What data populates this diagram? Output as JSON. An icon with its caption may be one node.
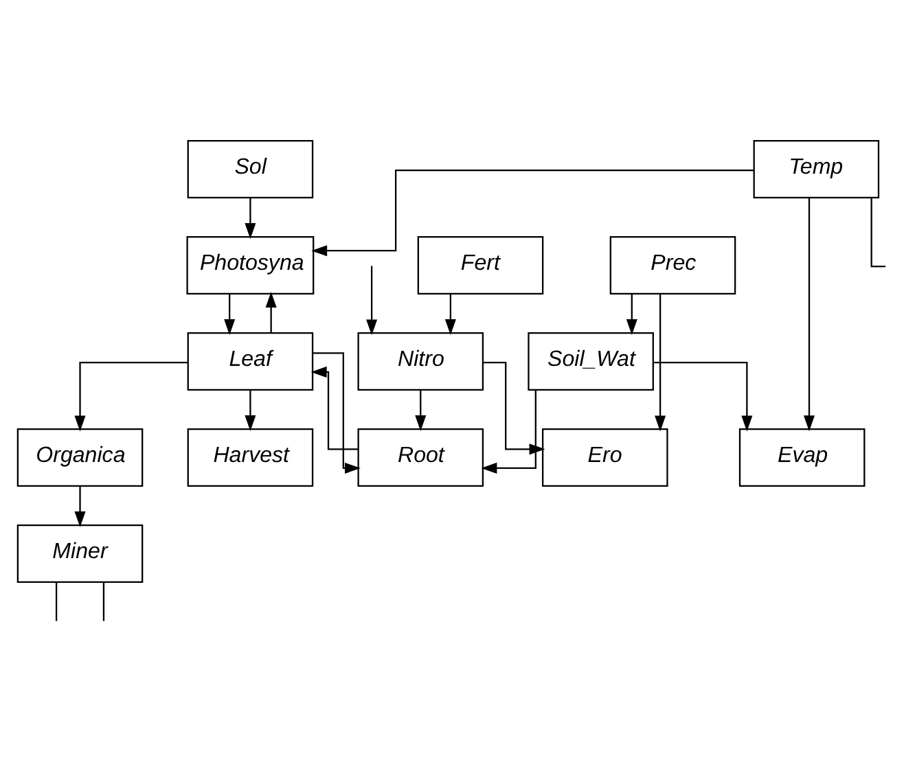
{
  "diagram": {
    "nodes": [
      {
        "text": [
          "Sol"
        ]
      },
      {
        "text": [
          "Temp"
        ]
      },
      {
        "text": [
          "Prec"
        ]
      },
      {
        "text": [
          "Evap"
        ]
      },
      {
        "text": [
          "Photosyna"
        ]
      },
      {
        "text": [
          "Soil_Wat"
        ]
      },
      {
        "text": [
          "Leaf"
        ]
      },
      {
        "text": [
          "Harvest"
        ]
      },
      {
        "text": [
          "Fert"
        ]
      },
      {
        "text": [
          "Root"
        ]
      },
      {
        "text": [
          "Organica"
        ]
      },
      {
        "text": [
          "Nitro"
        ]
      },
      {
        "text": [
          "Ero"
        ]
      },
      {
        "text": [
          "Miner"
        ]
      }
    ],
    "edges": [
      {
        "from": 0,
        "to": 4,
        "arrow": "to"
      },
      {
        "from": 1,
        "to": 4,
        "arrow": "to"
      },
      {
        "from": 1,
        "to": 3,
        "arrow": "to"
      },
      {
        "from": 1,
        "to": null,
        "arrow": "none"
      },
      {
        "from": 2,
        "to": 5,
        "arrow": "to"
      },
      {
        "from": 2,
        "to": 12,
        "arrow": "to"
      },
      {
        "from": 5,
        "to": 3,
        "arrow": "to"
      },
      {
        "from": 5,
        "to": 9,
        "arrow": "to"
      },
      {
        "from": 6,
        "to": 4,
        "arrow": "to"
      },
      {
        "from": 4,
        "to": 6,
        "arrow": "to"
      },
      {
        "from": 6,
        "to": 7,
        "arrow": "to"
      },
      {
        "from": 6,
        "to": 10,
        "arrow": "to"
      },
      {
        "from": 6,
        "to": 9,
        "arrow": "to"
      },
      {
        "from": 9,
        "to": 6,
        "arrow": "to"
      },
      {
        "from": 8,
        "to": 11,
        "arrow": "to"
      },
      {
        "from": 11,
        "to": 9,
        "arrow": "to"
      },
      {
        "from": 11,
        "to": 12,
        "arrow": "to"
      },
      {
        "from": 10,
        "to": 13,
        "arrow": "to"
      },
      {
        "from": 13,
        "to": null,
        "arrow": "none"
      },
      {
        "from": 13,
        "to": null,
        "arrow": "none"
      },
      {
        "from": null,
        "to": 11,
        "arrow": "to"
      }
    ]
  }
}
